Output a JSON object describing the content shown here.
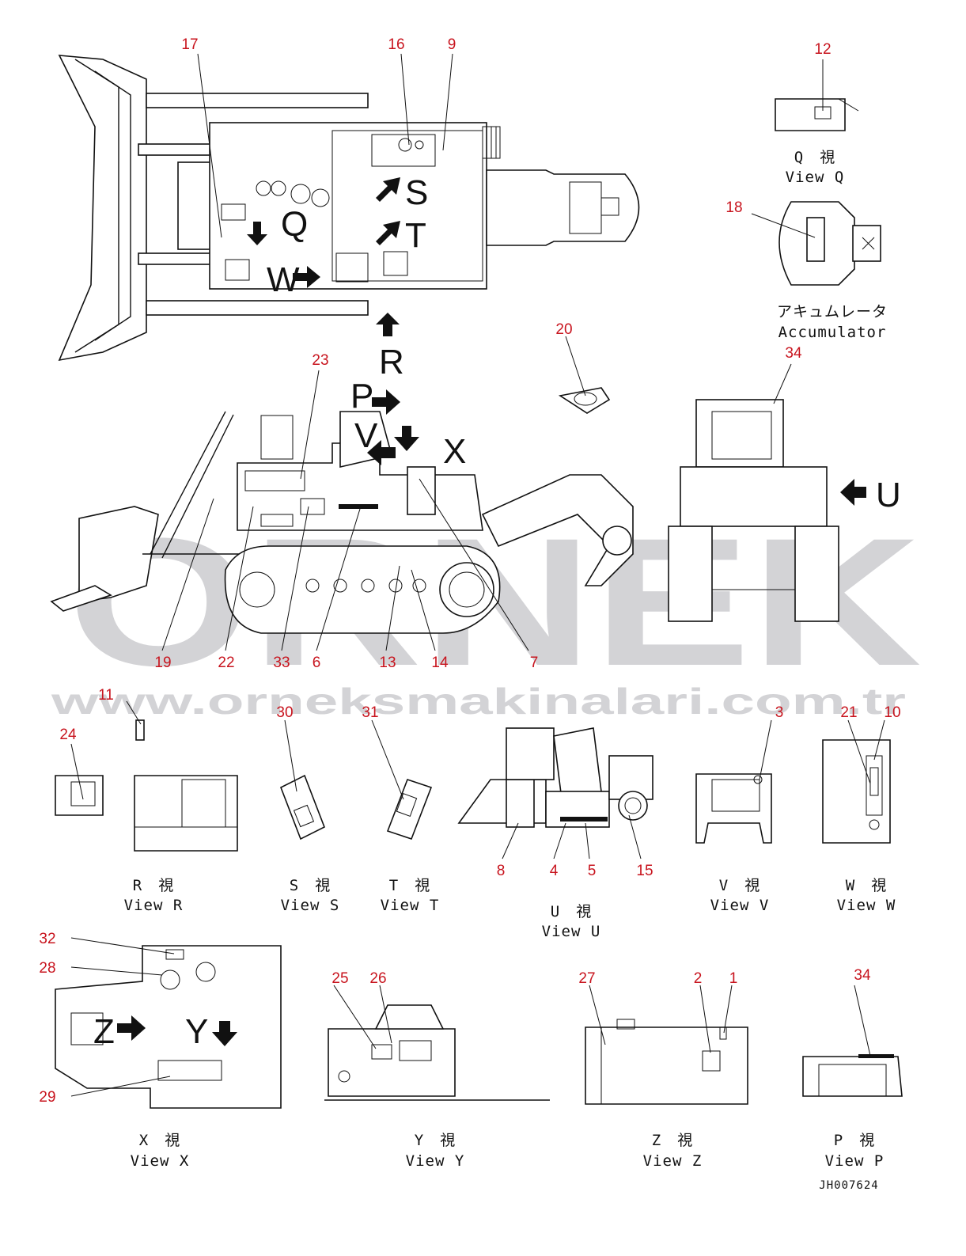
{
  "watermark": {
    "brand": "ORNEK",
    "url": "www.orneksmakinalari.com.tr"
  },
  "drawing_code": "JH007624",
  "view_letters": {
    "q": "Q",
    "s": "S",
    "t": "T",
    "w": "W",
    "r": "R",
    "p": "P",
    "v": "V",
    "x": "X",
    "u": "U",
    "z": "Z",
    "y": "Y"
  },
  "captions": {
    "view_q": {
      "jp": "Q　視",
      "en": "View Q"
    },
    "accumulator": {
      "jp": "アキュムレータ",
      "en": "Accumulator"
    },
    "view_r": {
      "jp": "R　視",
      "en": "View R"
    },
    "view_s": {
      "jp": "S　視",
      "en": "View S"
    },
    "view_t": {
      "jp": "T　視",
      "en": "View T"
    },
    "view_u": {
      "jp": "U　視",
      "en": "View U"
    },
    "view_v": {
      "jp": "V　視",
      "en": "View V"
    },
    "view_w": {
      "jp": "W　視",
      "en": "View W"
    },
    "view_x": {
      "jp": "X　視",
      "en": "View X"
    },
    "view_y": {
      "jp": "Y　視",
      "en": "View Y"
    },
    "view_z": {
      "jp": "Z　視",
      "en": "View Z"
    },
    "view_p": {
      "jp": "P　視",
      "en": "View P"
    }
  },
  "part_numbers": {
    "n1": "1",
    "n2": "2",
    "n3": "3",
    "n4": "4",
    "n5": "5",
    "n6": "6",
    "n7": "7",
    "n8": "8",
    "n9": "9",
    "n10": "10",
    "n11": "11",
    "n12": "12",
    "n13": "13",
    "n14": "14",
    "n15": "15",
    "n16": "16",
    "n17": "17",
    "n18": "18",
    "n19": "19",
    "n20": "20",
    "n21": "21",
    "n22": "22",
    "n23": "23",
    "n24": "24",
    "n25": "25",
    "n26": "26",
    "n27": "27",
    "n28": "28",
    "n29": "29",
    "n30": "30",
    "n31": "31",
    "n32": "32",
    "n33": "33",
    "n34a": "34",
    "n34b": "34"
  },
  "colors": {
    "callout": "#c8141e",
    "line": "#111111",
    "watermark": "#d3d3d6"
  }
}
